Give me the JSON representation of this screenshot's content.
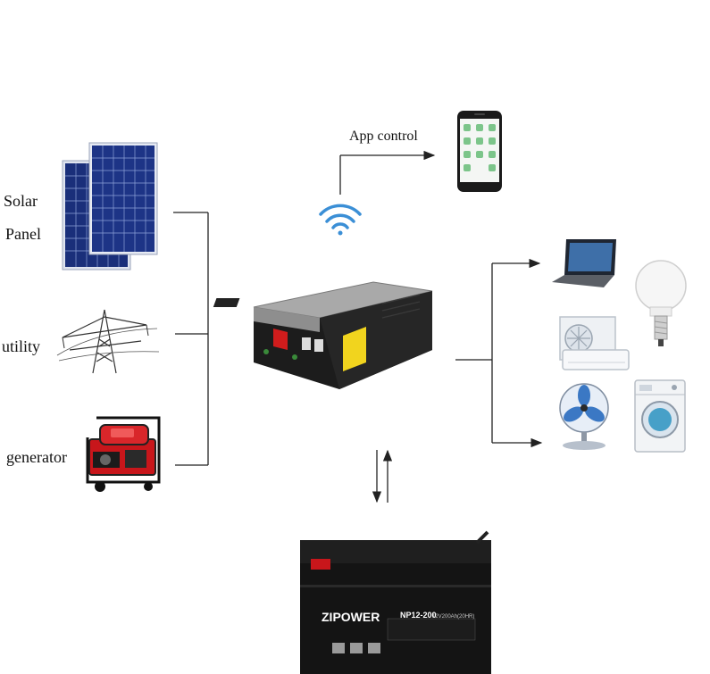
{
  "labels": {
    "solar_line1": "Solar",
    "solar_line2": "Panel",
    "utility": "utility",
    "generator": "generator",
    "app_control": "App control"
  },
  "battery": {
    "brand": "ZIPOWER",
    "model": "NP12-200",
    "rating": "12V200Ah(20HR)"
  },
  "colors": {
    "line": "#222222",
    "solar_cell": "#1a2f7a",
    "wifi": "#3b8fd6",
    "inverter_body": "#1c1c1c",
    "inverter_lid": "#a9a9a9",
    "inverter_red": "#d01c1c",
    "inverter_yellow": "#f1d41e",
    "generator_red": "#c8161b",
    "battery_body": "#141414"
  },
  "icons": {
    "solar": "solar-panel-icon",
    "utility": "power-tower-icon",
    "generator": "generator-icon",
    "wifi": "wifi-icon",
    "phone": "smartphone-icon",
    "inverter": "inverter-icon",
    "battery": "battery-icon",
    "laptop": "laptop-icon",
    "bulb": "light-bulb-icon",
    "ac": "air-conditioner-icon",
    "fan": "fan-icon",
    "washer": "washing-machine-icon"
  }
}
